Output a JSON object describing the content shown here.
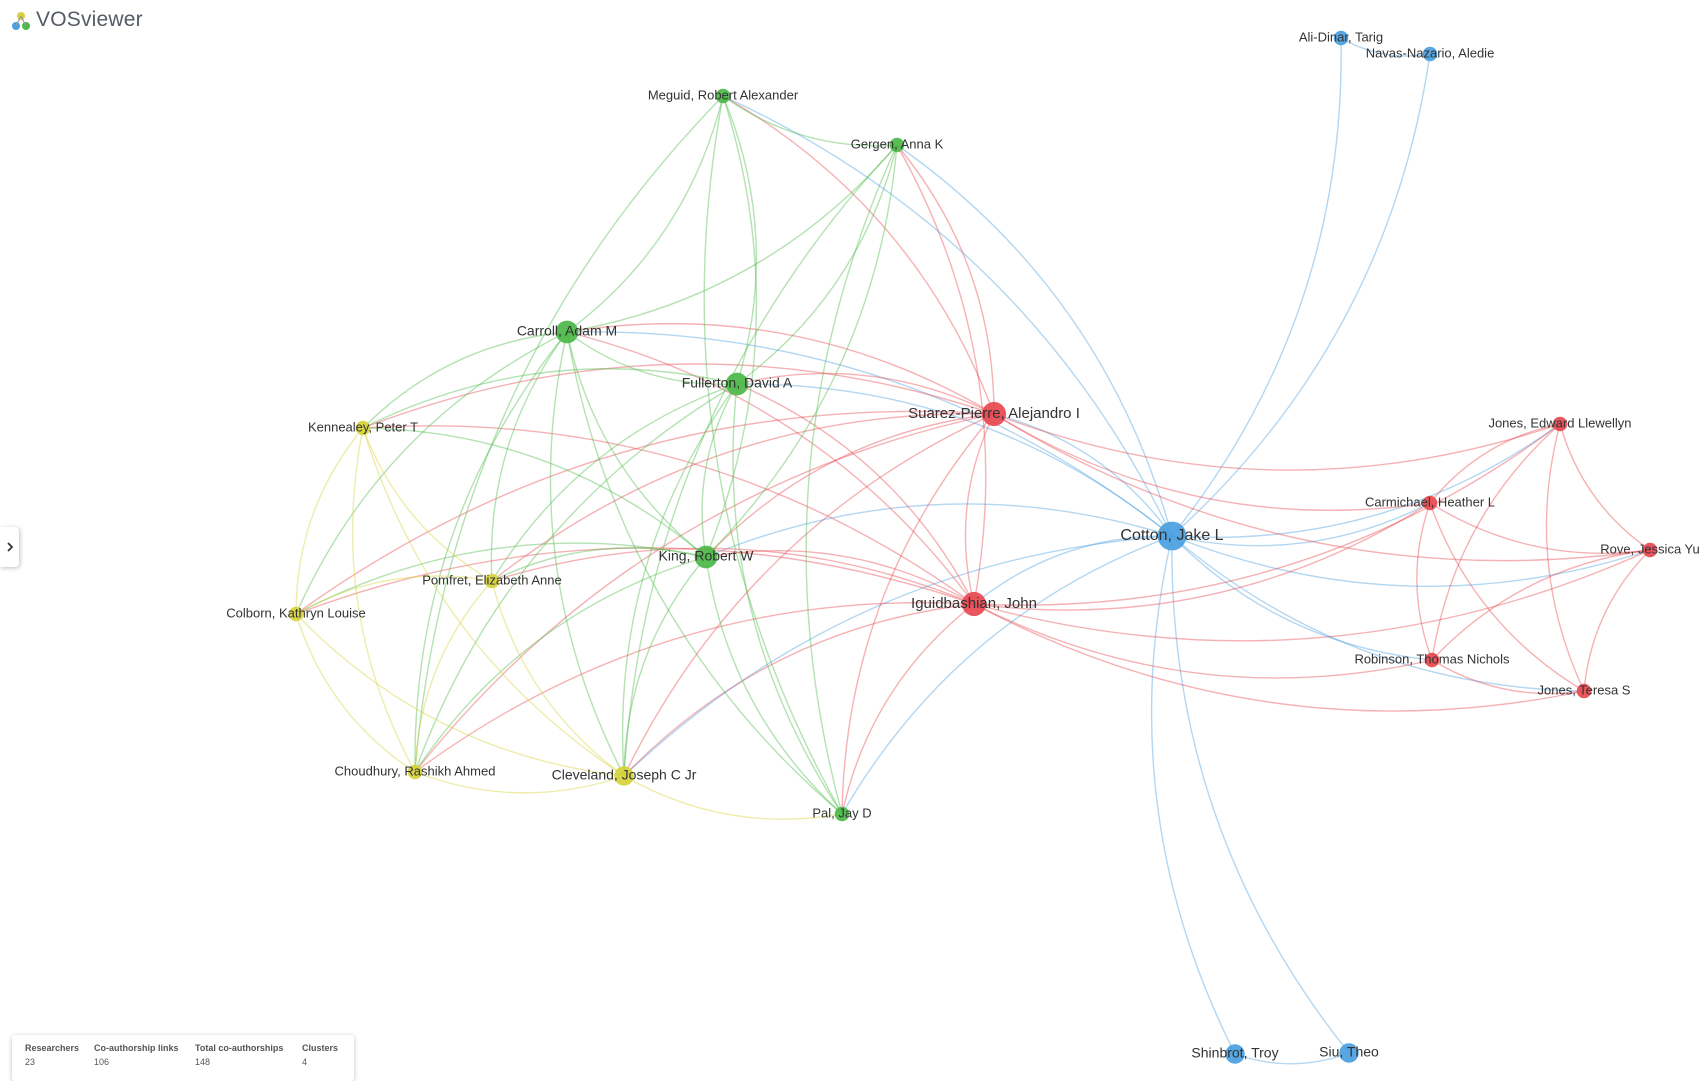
{
  "app": {
    "title": "VOSviewer"
  },
  "colors": {
    "red": "#e8484f",
    "green": "#4cb948",
    "blue": "#4a9fe0",
    "yellow": "#d6d23a"
  },
  "nodes": [
    {
      "id": "cotton",
      "label": "Cotton, Jake L",
      "cluster": "blue",
      "weight": 10
    },
    {
      "id": "alidinar",
      "label": "Ali-Dinar, Tarig",
      "cluster": "blue",
      "weight": 1
    },
    {
      "id": "navas",
      "label": "Navas-Nazario, Aledie",
      "cluster": "blue",
      "weight": 1
    },
    {
      "id": "shinbrot",
      "label": "Shinbrot, Troy",
      "cluster": "blue",
      "weight": 3
    },
    {
      "id": "siu",
      "label": "Siu, Theo",
      "cluster": "blue",
      "weight": 3
    },
    {
      "id": "suarez",
      "label": "Suarez-Pierre, Alejandro I",
      "cluster": "red",
      "weight": 6
    },
    {
      "id": "iguid",
      "label": "Iguidbashian, John",
      "cluster": "red",
      "weight": 6
    },
    {
      "id": "jonesedw",
      "label": "Jones, Edward Llewellyn",
      "cluster": "red",
      "weight": 1
    },
    {
      "id": "carmichael",
      "label": "Carmichael, Heather L",
      "cluster": "red",
      "weight": 1
    },
    {
      "id": "rove",
      "label": "Rove, Jessica Yu",
      "cluster": "red",
      "weight": 1
    },
    {
      "id": "robinson",
      "label": "Robinson, Thomas Nichols",
      "cluster": "red",
      "weight": 1
    },
    {
      "id": "jonester",
      "label": "Jones, Teresa S",
      "cluster": "red",
      "weight": 1
    },
    {
      "id": "meguid",
      "label": "Meguid, Robert Alexander",
      "cluster": "green",
      "weight": 1
    },
    {
      "id": "gergen",
      "label": "Gergen, Anna K",
      "cluster": "green",
      "weight": 1
    },
    {
      "id": "carroll",
      "label": "Carroll, Adam M",
      "cluster": "green",
      "weight": 5
    },
    {
      "id": "fullerton",
      "label": "Fullerton, David A",
      "cluster": "green",
      "weight": 5
    },
    {
      "id": "king",
      "label": "King, Robert W",
      "cluster": "green",
      "weight": 5
    },
    {
      "id": "pal",
      "label": "Pal, Jay D",
      "cluster": "green",
      "weight": 1
    },
    {
      "id": "kennealey",
      "label": "Kennealey, Peter T",
      "cluster": "yellow",
      "weight": 1
    },
    {
      "id": "pomfret",
      "label": "Pomfret, Elizabeth Anne",
      "cluster": "yellow",
      "weight": 1
    },
    {
      "id": "colborn",
      "label": "Colborn, Kathryn Louise",
      "cluster": "yellow",
      "weight": 1
    },
    {
      "id": "choudhury",
      "label": "Choudhury, Rashikh Ahmed",
      "cluster": "yellow",
      "weight": 1
    },
    {
      "id": "cleveland",
      "label": "Cleveland, Joseph C Jr",
      "cluster": "yellow",
      "weight": 3
    }
  ],
  "links": [
    [
      "cotton",
      "alidinar"
    ],
    [
      "cotton",
      "navas"
    ],
    [
      "alidinar",
      "navas"
    ],
    [
      "cotton",
      "shinbrot"
    ],
    [
      "cotton",
      "siu"
    ],
    [
      "shinbrot",
      "siu"
    ],
    [
      "cotton",
      "suarez"
    ],
    [
      "cotton",
      "iguid"
    ],
    [
      "cotton",
      "carroll"
    ],
    [
      "cotton",
      "fullerton"
    ],
    [
      "cotton",
      "king"
    ],
    [
      "cotton",
      "meguid"
    ],
    [
      "cotton",
      "gergen"
    ],
    [
      "cotton",
      "pal"
    ],
    [
      "cotton",
      "jonesedw"
    ],
    [
      "cotton",
      "carmichael"
    ],
    [
      "cotton",
      "rove"
    ],
    [
      "cotton",
      "robinson"
    ],
    [
      "cotton",
      "jonester"
    ],
    [
      "cotton",
      "cleveland"
    ],
    [
      "suarez",
      "iguid"
    ],
    [
      "suarez",
      "carroll"
    ],
    [
      "suarez",
      "fullerton"
    ],
    [
      "suarez",
      "king"
    ],
    [
      "suarez",
      "meguid"
    ],
    [
      "suarez",
      "gergen"
    ],
    [
      "suarez",
      "jonesedw"
    ],
    [
      "suarez",
      "carmichael"
    ],
    [
      "suarez",
      "rove"
    ],
    [
      "suarez",
      "kennealey"
    ],
    [
      "suarez",
      "pomfret"
    ],
    [
      "suarez",
      "colborn"
    ],
    [
      "suarez",
      "cleveland"
    ],
    [
      "suarez",
      "choudhury"
    ],
    [
      "suarez",
      "pal"
    ],
    [
      "iguid",
      "carroll"
    ],
    [
      "iguid",
      "fullerton"
    ],
    [
      "iguid",
      "king"
    ],
    [
      "iguid",
      "gergen"
    ],
    [
      "iguid",
      "jonesedw"
    ],
    [
      "iguid",
      "carmichael"
    ],
    [
      "iguid",
      "rove"
    ],
    [
      "iguid",
      "robinson"
    ],
    [
      "iguid",
      "jonester"
    ],
    [
      "iguid",
      "colborn"
    ],
    [
      "iguid",
      "pomfret"
    ],
    [
      "iguid",
      "cleveland"
    ],
    [
      "iguid",
      "choudhury"
    ],
    [
      "iguid",
      "pal"
    ],
    [
      "iguid",
      "kennealey"
    ],
    [
      "jonesedw",
      "carmichael"
    ],
    [
      "jonesedw",
      "rove"
    ],
    [
      "jonesedw",
      "robinson"
    ],
    [
      "jonesedw",
      "jonester"
    ],
    [
      "carmichael",
      "rove"
    ],
    [
      "carmichael",
      "robinson"
    ],
    [
      "carmichael",
      "jonester"
    ],
    [
      "rove",
      "robinson"
    ],
    [
      "rove",
      "jonester"
    ],
    [
      "robinson",
      "jonester"
    ],
    [
      "carroll",
      "fullerton"
    ],
    [
      "carroll",
      "king"
    ],
    [
      "carroll",
      "meguid"
    ],
    [
      "carroll",
      "gergen"
    ],
    [
      "carroll",
      "pal"
    ],
    [
      "carroll",
      "kennealey"
    ],
    [
      "carroll",
      "pomfret"
    ],
    [
      "carroll",
      "colborn"
    ],
    [
      "carroll",
      "choudhury"
    ],
    [
      "carroll",
      "cleveland"
    ],
    [
      "fullerton",
      "king"
    ],
    [
      "fullerton",
      "meguid"
    ],
    [
      "fullerton",
      "gergen"
    ],
    [
      "fullerton",
      "pal"
    ],
    [
      "fullerton",
      "cleveland"
    ],
    [
      "fullerton",
      "pomfret"
    ],
    [
      "fullerton",
      "choudhury"
    ],
    [
      "fullerton",
      "kennealey"
    ],
    [
      "king",
      "meguid"
    ],
    [
      "king",
      "gergen"
    ],
    [
      "king",
      "pal"
    ],
    [
      "king",
      "cleveland"
    ],
    [
      "king",
      "colborn"
    ],
    [
      "king",
      "pomfret"
    ],
    [
      "king",
      "choudhury"
    ],
    [
      "king",
      "kennealey"
    ],
    [
      "meguid",
      "gergen"
    ],
    [
      "meguid",
      "pal"
    ],
    [
      "meguid",
      "choudhury"
    ],
    [
      "gergen",
      "pal"
    ],
    [
      "gergen",
      "cleveland"
    ],
    [
      "kennealey",
      "pomfret"
    ],
    [
      "kennealey",
      "colborn"
    ],
    [
      "kennealey",
      "choudhury"
    ],
    [
      "kennealey",
      "cleveland"
    ],
    [
      "pomfret",
      "colborn"
    ],
    [
      "pomfret",
      "choudhury"
    ],
    [
      "pomfret",
      "cleveland"
    ],
    [
      "colborn",
      "choudhury"
    ],
    [
      "colborn",
      "cleveland"
    ],
    [
      "choudhury",
      "cleveland"
    ],
    [
      "cleveland",
      "pal"
    ]
  ],
  "stats": {
    "researchers_label": "Researchers",
    "researchers_value": "23",
    "links_label": "Co-authorship links",
    "links_value": "106",
    "total_label": "Total co-authorships",
    "total_value": "148",
    "clusters_label": "Clusters",
    "clusters_value": "4"
  },
  "icons": {
    "logo": "vosviewer-logo-icon",
    "toggle": "chevron-right-icon"
  }
}
